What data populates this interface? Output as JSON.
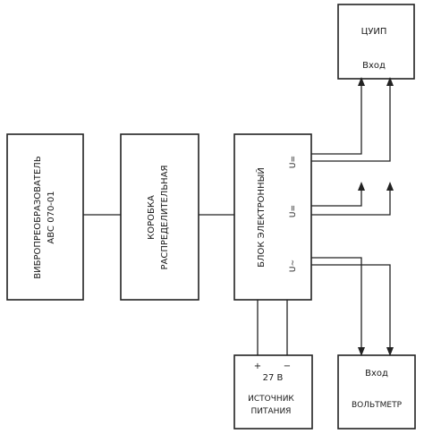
{
  "blocks": {
    "vibro": {
      "line1": "ВИБРОПРЕОБРАЗОВАТЕЛЬ",
      "line2": "АВС 070-01"
    },
    "box": {
      "line1": "КОРОБКА",
      "line2": "РАСПРЕДЕЛИТЕЛЬНАЯ"
    },
    "electronic": {
      "label": "БЛОК ЭЛЕКТРОННЫЙ",
      "outputs": {
        "top": "U=",
        "mid": "U=",
        "bottom": "U~"
      }
    },
    "cuip": {
      "title": "ЦУИП",
      "input": "Вход"
    },
    "power": {
      "voltage": "27 В",
      "line1": "ИСТОЧНИК",
      "line2": "ПИТАНИЯ",
      "plus": "+",
      "minus": "−"
    },
    "voltmeter": {
      "input": "Вход",
      "title": "ВОЛЬТМЕТР"
    }
  }
}
